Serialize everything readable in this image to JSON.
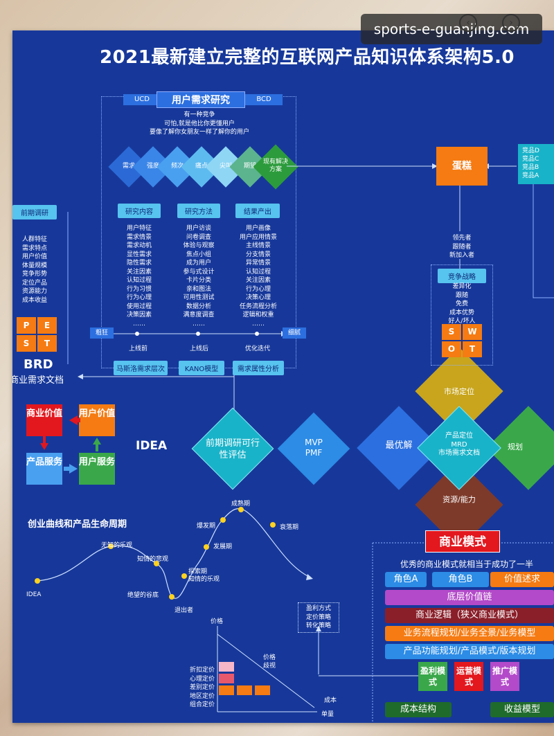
{
  "title": "2021最新建立完整的互联网产品知识体系架构5.0",
  "watermark": "sports-e-guanjing.com",
  "research": {
    "header_left": "UCD",
    "header_main": "用户需求研究",
    "header_right": "BCD",
    "quote_lines": [
      "有一种竞争",
      "可怕,就是他比你更懂用户",
      "要像了解你女朋友一样了解你的用户"
    ],
    "diamonds": [
      "需求",
      "强度",
      "频次",
      "痛点",
      "尖叫",
      "期望",
      "现有解决方案"
    ],
    "col_heads": [
      "研究内容",
      "研究方法",
      "结果产出"
    ],
    "col1": [
      "用户特征",
      "需求情景",
      "需求动机",
      "显性需求",
      "隐性需求",
      "关注因素",
      "认知过程",
      "行为习惯",
      "行为心理",
      "使用过程",
      "决策因素",
      "……"
    ],
    "col2": [
      "用户访谈",
      "问卷调查",
      "体验与观察",
      "焦点小组",
      "成为用户",
      "参与式设计",
      "卡片分类",
      "亲和图法",
      "可用性测试",
      "数据分析",
      "满意度调查",
      "……"
    ],
    "col3": [
      "用户画像",
      "用户应用情景",
      "主线情景",
      "分支情景",
      "异常情景",
      "认知过程",
      "关注因素",
      "行为心理",
      "决策心理",
      "任务流程分析",
      "逻辑和权重",
      "……"
    ],
    "timeline_left": "粗狂",
    "timeline_right": "细腻",
    "timeline_points": [
      "上线前",
      "上线后",
      "优化迭代"
    ],
    "bottom_tags": [
      "马斯洛需求层次",
      "KANO模型",
      "需求属性分析"
    ]
  },
  "early": {
    "header": "前期调研",
    "items": [
      "人群特征",
      "需求特点",
      "用户价值",
      "体量规模",
      "竞争形势",
      "定位产品",
      "资源能力",
      "成本收益"
    ],
    "pest": [
      "P",
      "E",
      "S",
      "T"
    ],
    "brd_title": "BRD",
    "brd_sub": "商业需求文档"
  },
  "idea_cycle": {
    "business_value": "商业价值",
    "user_value": "用户价值",
    "product_service": "产品服务",
    "user_service": "用户服务",
    "idea": "IDEA"
  },
  "center": {
    "feasibility": "前期调研可行性评估",
    "mvp": "MVP",
    "pmf": "PMF",
    "optimal": "最优解",
    "market_position": "市场定位",
    "product_position": "产品定位",
    "mrd": "MRD",
    "mrd_full": "市场需求文档",
    "plan": "规划",
    "resource": "资源/能力"
  },
  "right": {
    "cake": "蛋糕",
    "competitors": [
      "竞品D",
      "竞品C",
      "竞品B",
      "竞品A"
    ],
    "players": [
      "领先者",
      "跟随者",
      "新加入者"
    ],
    "strategy_header": "竞争战略",
    "strategy_items": [
      "差异化",
      "跟随",
      "免费",
      "成本优势",
      "好人/坏人"
    ],
    "swot": [
      "S",
      "W",
      "O",
      "T"
    ]
  },
  "lifecycle": {
    "title": "创业曲线和产品生命周期",
    "points": [
      "IDEA",
      "无知的乐观",
      "知情的悲观",
      "绝望的谷底",
      "退出者",
      "探索期",
      "知情的乐观",
      "发展期",
      "爆发期",
      "成熟期",
      "衰落期"
    ]
  },
  "pricing": {
    "profit_box": [
      "盈利方式",
      "定价策略",
      "转化策略"
    ],
    "axis_y": "价格",
    "axis_x": "单量",
    "diag_label_1": "价格",
    "diag_label_2": "歧视",
    "cost": "成本",
    "strategies": [
      "折扣定价",
      "心理定价",
      "差别定价",
      "地区定价",
      "组合定价"
    ]
  },
  "business_model": {
    "header": "商业模式",
    "subtitle": "优秀的商业模式就相当于成功了一半",
    "role_a": "角色A",
    "role_b": "角色B",
    "value_statement": "价值述求",
    "bars": [
      "底层价值链",
      "商业逻辑（狭义商业模式）",
      "业务流程规划/业务全景/业务模型",
      "产品功能规划/产品模式/版本规划"
    ],
    "modes": [
      "盈利模式",
      "运营模式",
      "推广模式"
    ],
    "cost_structure": "成本结构",
    "revenue_model": "收益模型"
  },
  "colors": {
    "board": "#17389a",
    "cyan": "#57c3ef",
    "orange": "#f57b12",
    "red": "#e3171e",
    "green": "#3aa84a",
    "yellow_diamond": "#c8a51d",
    "teal_diamond": "#19b3c9",
    "brown_diamond": "#7d3a2a"
  }
}
